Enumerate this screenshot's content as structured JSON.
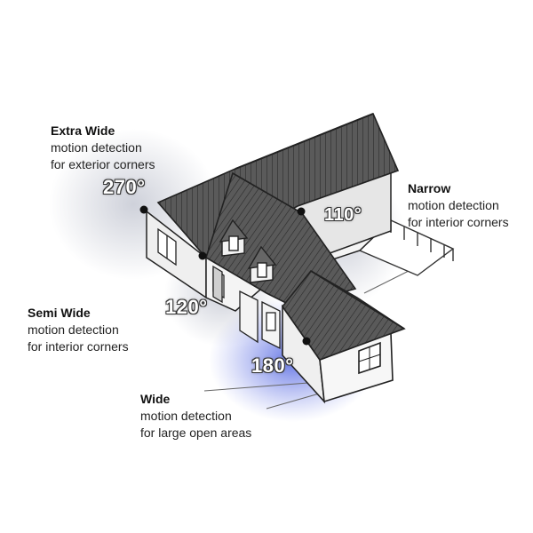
{
  "zones": [
    {
      "id": "extra-wide",
      "title": "Extra Wide",
      "line1": "motion detection",
      "line2": "for exterior corners",
      "angle": "270°"
    },
    {
      "id": "narrow",
      "title": "Narrow",
      "line1": "motion detection",
      "line2": "for interior corners",
      "angle": "110°"
    },
    {
      "id": "semi-wide",
      "title": "Semi Wide",
      "line1": "motion detection",
      "line2": "for interior corners",
      "angle": "120°"
    },
    {
      "id": "wide",
      "title": "Wide",
      "line1": "motion detection",
      "line2": "for large open areas",
      "angle": "180°"
    }
  ],
  "colors": {
    "wide_glow": "#4a5ee0",
    "soft_glow": "#c9ccd6",
    "roof": "#4d4d4d",
    "wall": "#eeeeee",
    "outline": "#222222"
  }
}
